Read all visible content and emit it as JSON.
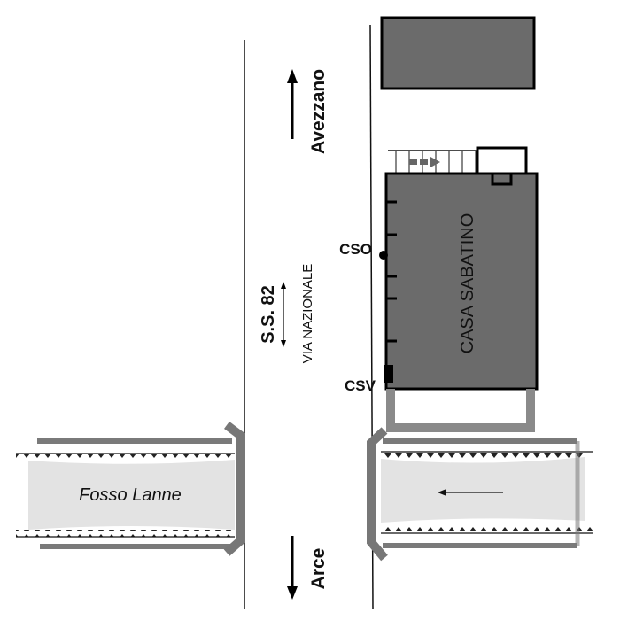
{
  "labels": {
    "north_destination": "Avezzano",
    "south_destination": "Arce",
    "road_code": "S.S. 82",
    "road_name": "VIA NAZIONALE",
    "building_name": "CASA SABATINO",
    "channel_name": "Fosso Lanne",
    "sensor_upper": "CSO",
    "sensor_lower": "CSV"
  },
  "icons": {
    "north_arrow": "arrow-up-icon",
    "south_arrow": "arrow-down-icon",
    "road_bidirectional": "double-arrow-icon",
    "flow_direction": "arrow-left-icon",
    "stair_direction": "arrow-right-icon",
    "sensor_marker": "dot-icon"
  },
  "colors": {
    "building_fill": "#6b6b6b",
    "channel_water": "#e3e3e3",
    "bank_gray": "#7a7a7a",
    "line": "#111111"
  }
}
